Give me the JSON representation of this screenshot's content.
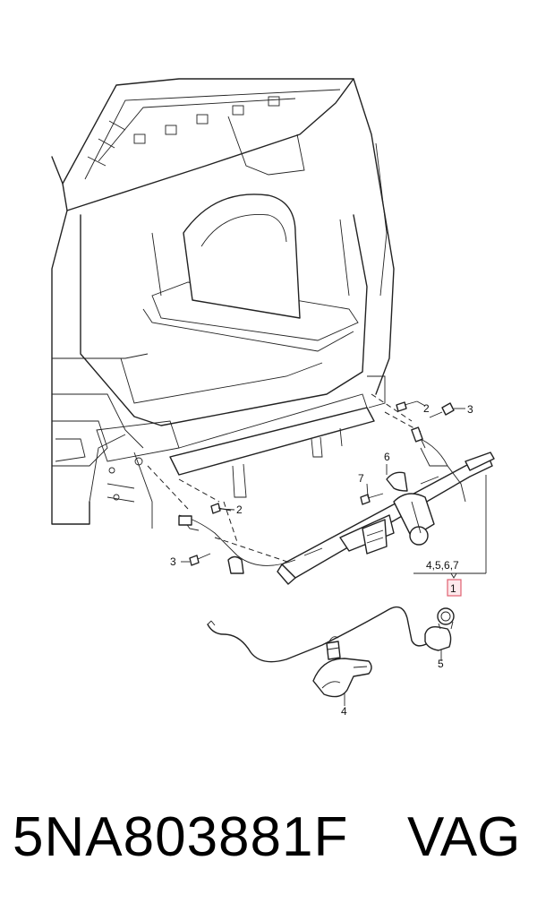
{
  "callouts": {
    "c2a": "2",
    "c3a": "3",
    "c6": "6",
    "c7": "7",
    "c2b": "2",
    "c3b": "3",
    "c_group": "4,5,6,7",
    "c1": "1",
    "c5": "5",
    "c4": "4"
  },
  "colors": {
    "line": "#222222",
    "highlight_box": "#e06070"
  },
  "footer": {
    "part_number": "5NA803881F",
    "brand": "VAG"
  }
}
